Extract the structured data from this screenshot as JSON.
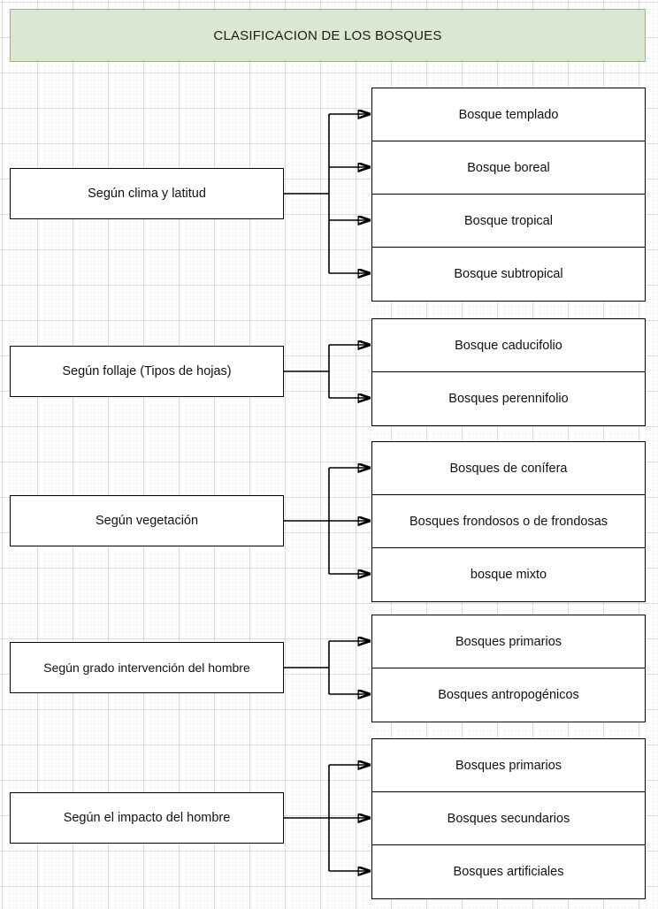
{
  "banner": {
    "title": "CLASIFICACION DE LOS BOSQUES",
    "fill_color": "#dbe7d1",
    "border_color": "#8fb78b"
  },
  "diagram": {
    "line_color": "#000000",
    "box_fill": "#ffffff",
    "groups": [
      {
        "category": "Según clima y latitud",
        "children": [
          "Bosque templado",
          "Bosque boreal",
          "Bosque tropical",
          "Bosque subtropical"
        ]
      },
      {
        "category": "Según follaje (Tipos de hojas)",
        "children": [
          "Bosque caducifolio",
          "Bosques perennifolio"
        ]
      },
      {
        "category": "Según vegetación",
        "children": [
          "Bosques de conífera",
          "Bosques frondosos o de frondosas",
          "bosque mixto"
        ]
      },
      {
        "category": "Según grado intervención del hombre",
        "children": [
          "Bosques primarios",
          "Bosques antropogénicos"
        ]
      },
      {
        "category": "Según el impacto del hombre",
        "children": [
          "Bosques primarios",
          "Bosques secundarios",
          "Bosques artificiales"
        ]
      }
    ]
  }
}
